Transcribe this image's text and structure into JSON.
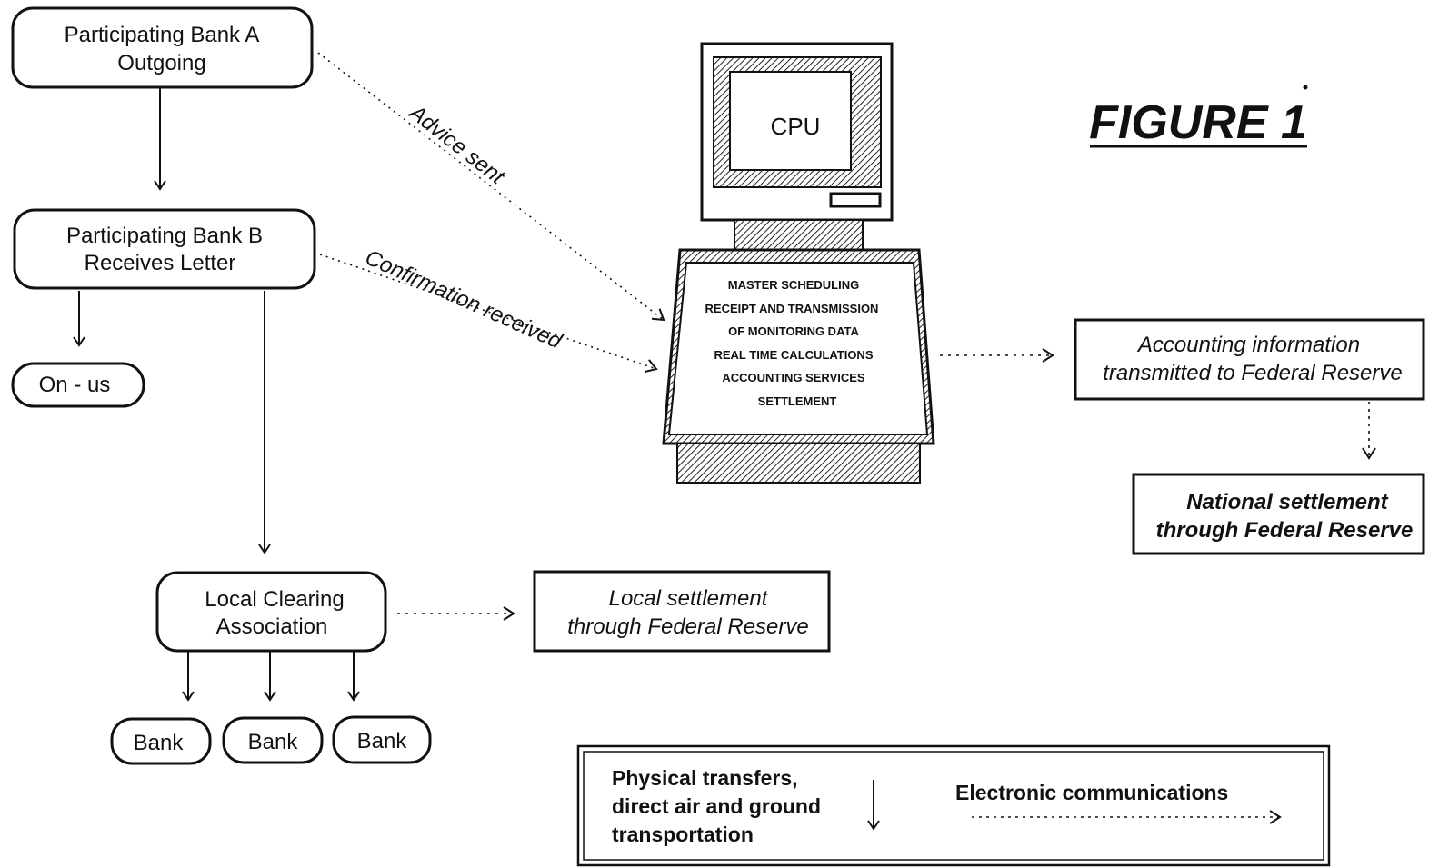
{
  "figure_title": "FIGURE 1",
  "nodes": {
    "bank_a": [
      "Participating Bank A",
      "Outgoing"
    ],
    "bank_b": [
      "Participating Bank B",
      "Receives Letter"
    ],
    "on_us": "On - us",
    "local_clearing": [
      "Local Clearing",
      "Association"
    ],
    "banks": [
      "Bank",
      "Bank",
      "Bank"
    ],
    "local_settlement": [
      "Local settlement",
      "through Federal Reserve"
    ],
    "accounting_info": [
      "Accounting information",
      "transmitted to Federal Reserve"
    ],
    "national_settlement": [
      "National settlement",
      "through Federal Reserve"
    ]
  },
  "computer": {
    "screen_label": "CPU",
    "functions": [
      "MASTER SCHEDULING",
      "RECEIPT AND TRANSMISSION",
      "OF MONITORING DATA",
      "REAL TIME CALCULATIONS",
      "ACCOUNTING SERVICES",
      "SETTLEMENT"
    ]
  },
  "edge_labels": {
    "advice_sent": "Advice sent",
    "confirmation_received": "Confirmation received"
  },
  "legend": {
    "physical": [
      "Physical transfers,",
      "direct air and ground",
      "transportation"
    ],
    "electronic": "Electronic communications"
  }
}
